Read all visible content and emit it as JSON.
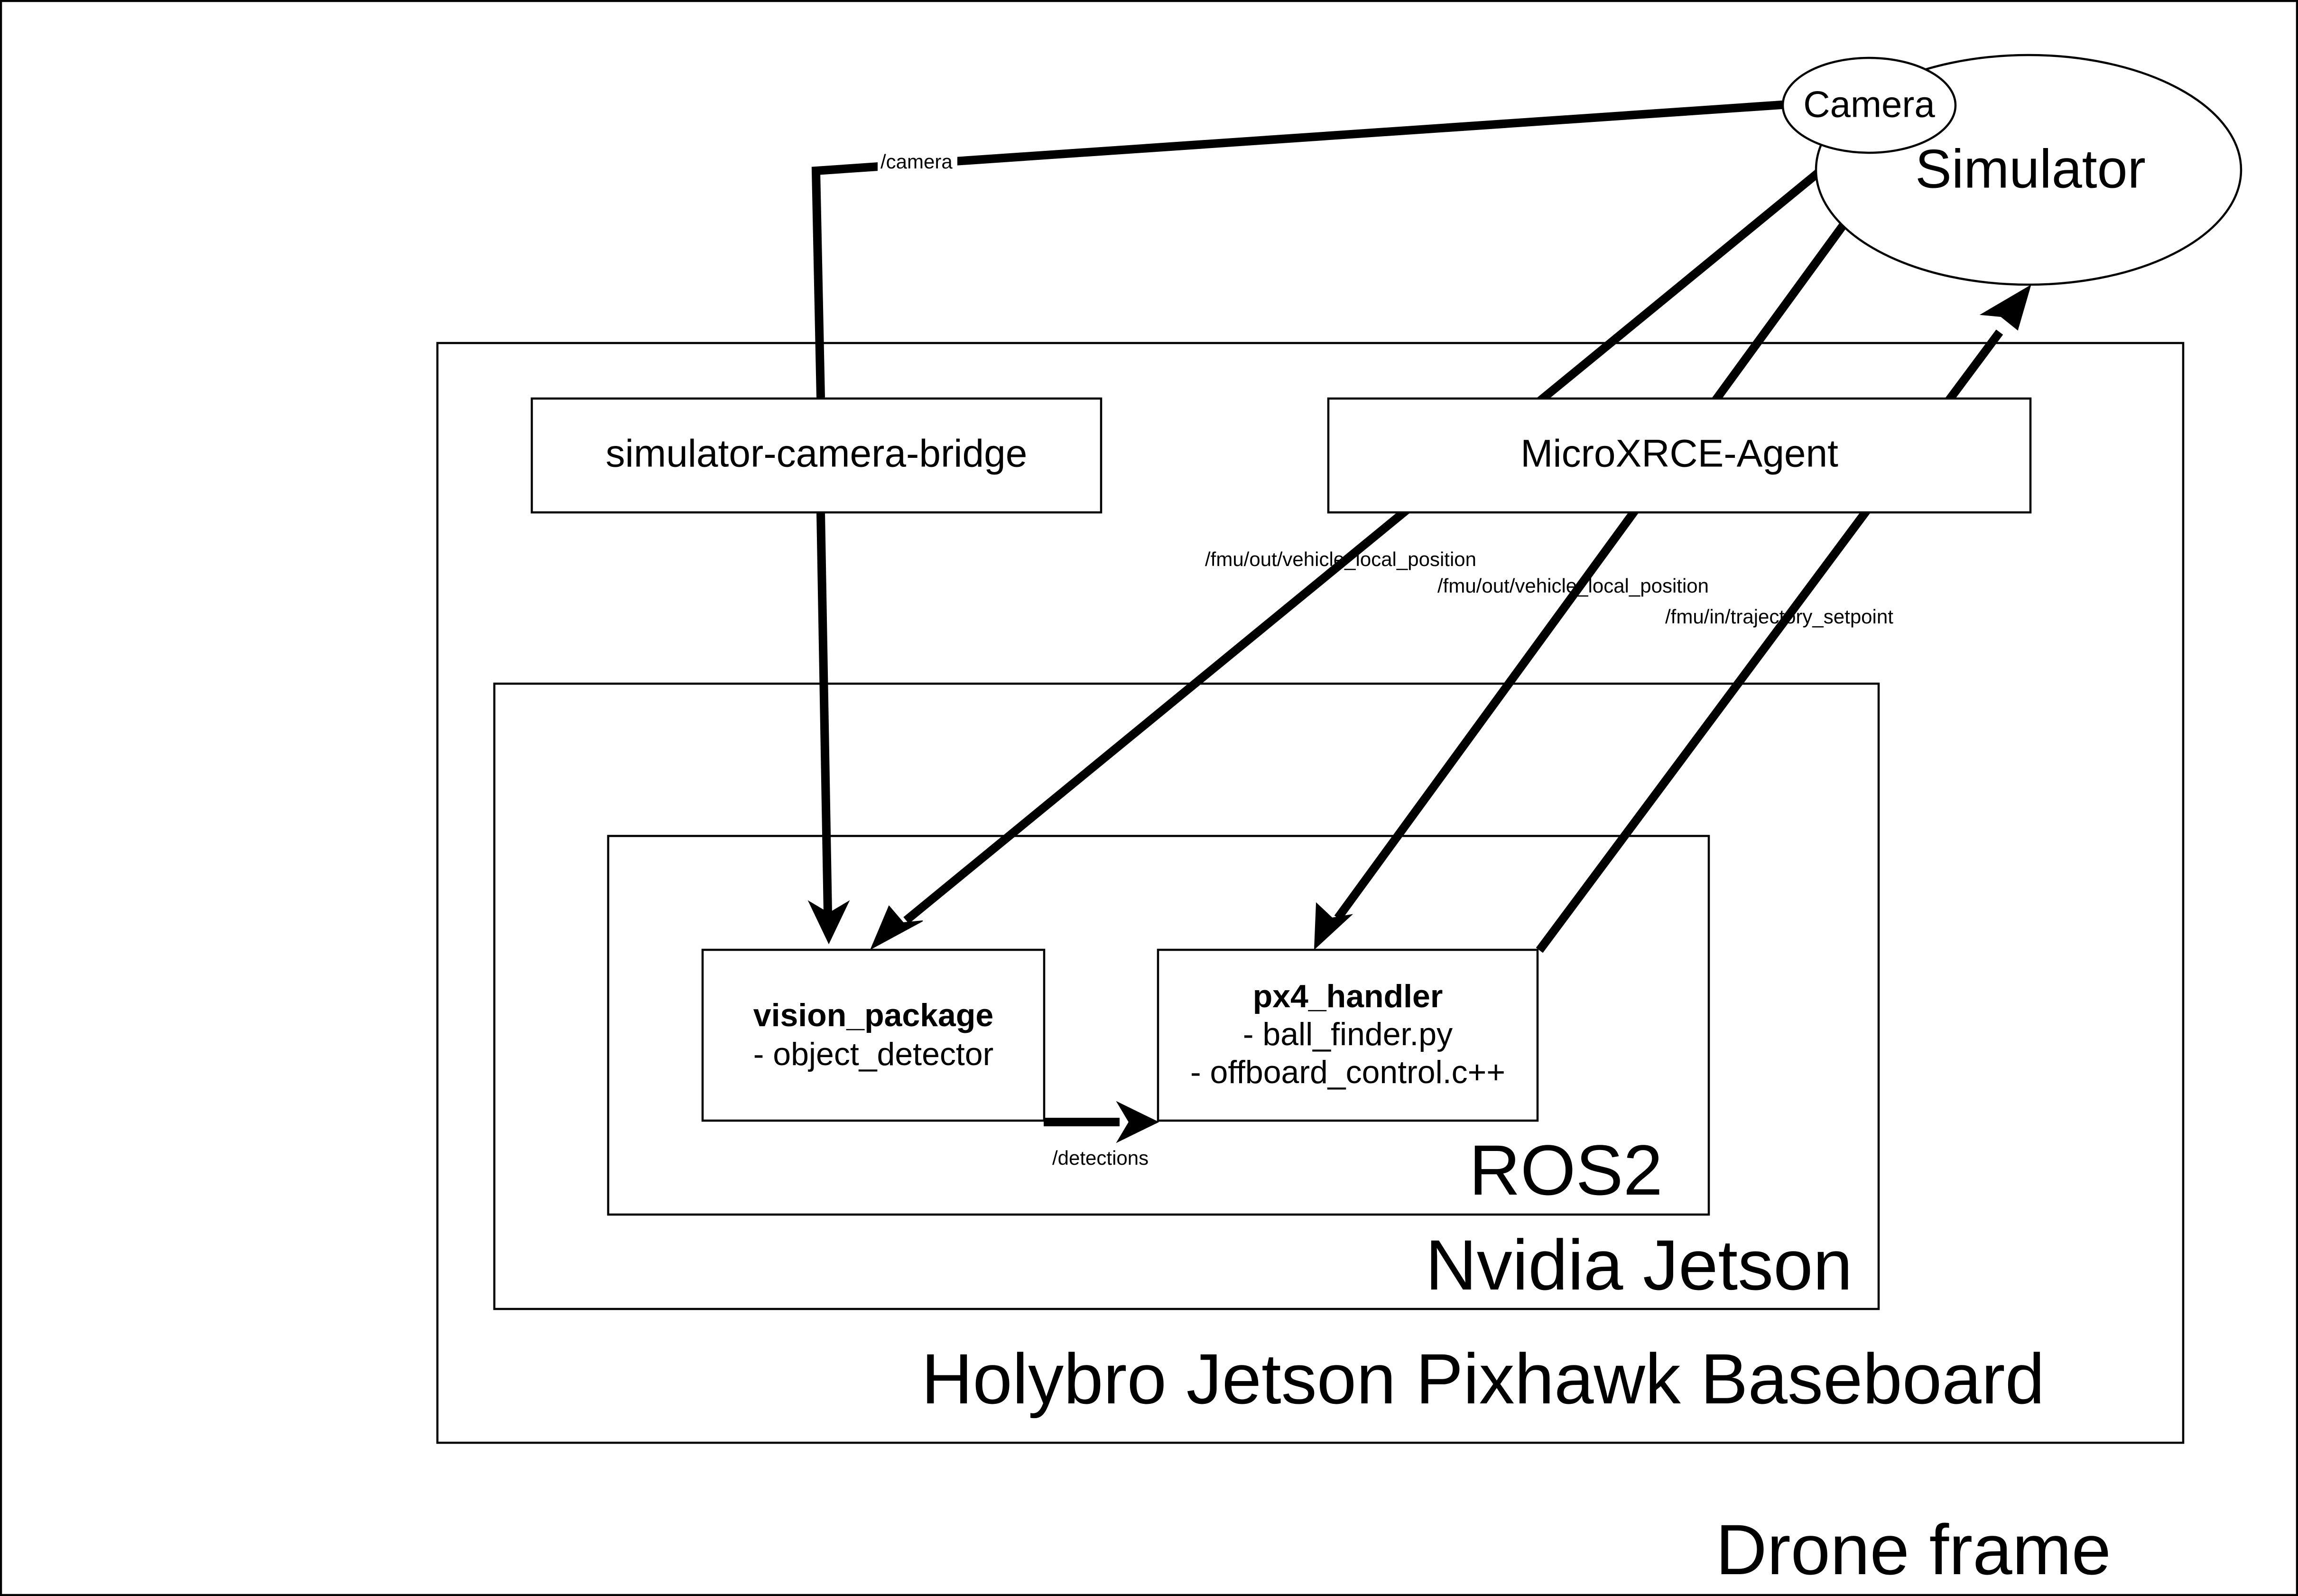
{
  "containers": {
    "drone_frame": "Drone frame",
    "baseboard": "Holybro Jetson Pixhawk Baseboard",
    "jetson": "Nvidia Jetson",
    "ros2": "ROS2"
  },
  "nodes": {
    "camera": "Camera",
    "simulator": "Simulator",
    "camera_bridge": "simulator-camera-bridge",
    "micro_agent": "MicroXRCE-Agent",
    "vision_package": {
      "title": "vision_package",
      "items": [
        "- object_detector"
      ]
    },
    "px4_handler": {
      "title": "px4_handler",
      "items": [
        "- ball_finder.py",
        "- offboard_control.c++"
      ]
    }
  },
  "edges": {
    "camera_topic": "/camera",
    "vehicle_position_1": "/fmu/out/vehicle_local_position",
    "vehicle_position_2": "/fmu/out/vehicle_local_position",
    "trajectory_setpoint": "/fmu/in/trajectory_setpoint",
    "detections": "/detections"
  },
  "colors": {
    "stroke": "#000000",
    "background": "#ffffff"
  }
}
